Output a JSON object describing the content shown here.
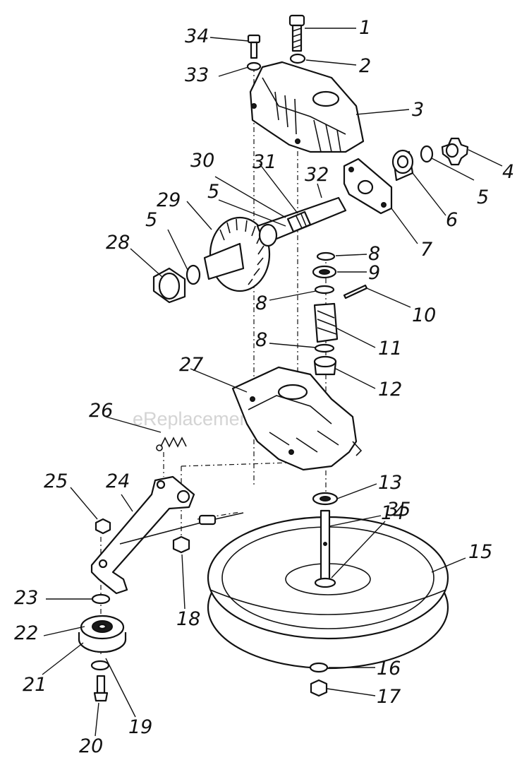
{
  "watermark": "eReplacementParts.com",
  "callouts": [
    {
      "id": "c1",
      "text": "1"
    },
    {
      "id": "c2",
      "text": "2"
    },
    {
      "id": "c3",
      "text": "3"
    },
    {
      "id": "c4",
      "text": "4"
    },
    {
      "id": "c5a",
      "text": "5"
    },
    {
      "id": "c6",
      "text": "6"
    },
    {
      "id": "c7",
      "text": "7"
    },
    {
      "id": "c8a",
      "text": "8"
    },
    {
      "id": "c9",
      "text": "9"
    },
    {
      "id": "c10",
      "text": "10"
    },
    {
      "id": "c8b",
      "text": "8"
    },
    {
      "id": "c11",
      "text": "11"
    },
    {
      "id": "c8c",
      "text": "8"
    },
    {
      "id": "c12",
      "text": "12"
    },
    {
      "id": "c13",
      "text": "13"
    },
    {
      "id": "c14",
      "text": "14"
    },
    {
      "id": "c35",
      "text": "35"
    },
    {
      "id": "c15",
      "text": "15"
    },
    {
      "id": "c16",
      "text": "16"
    },
    {
      "id": "c17",
      "text": "17"
    },
    {
      "id": "c18",
      "text": "18"
    },
    {
      "id": "c19",
      "text": "19"
    },
    {
      "id": "c20",
      "text": "20"
    },
    {
      "id": "c21",
      "text": "21"
    },
    {
      "id": "c22",
      "text": "22"
    },
    {
      "id": "c23",
      "text": "23"
    },
    {
      "id": "c24",
      "text": "24"
    },
    {
      "id": "c25",
      "text": "25"
    },
    {
      "id": "c26",
      "text": "26"
    },
    {
      "id": "c27",
      "text": "27"
    },
    {
      "id": "c28",
      "text": "28"
    },
    {
      "id": "c5b",
      "text": "5"
    },
    {
      "id": "c29",
      "text": "29"
    },
    {
      "id": "c5c",
      "text": "5"
    },
    {
      "id": "c30",
      "text": "30"
    },
    {
      "id": "c31",
      "text": "31"
    },
    {
      "id": "c32",
      "text": "32"
    },
    {
      "id": "c33",
      "text": "33"
    },
    {
      "id": "c34",
      "text": "34"
    }
  ]
}
